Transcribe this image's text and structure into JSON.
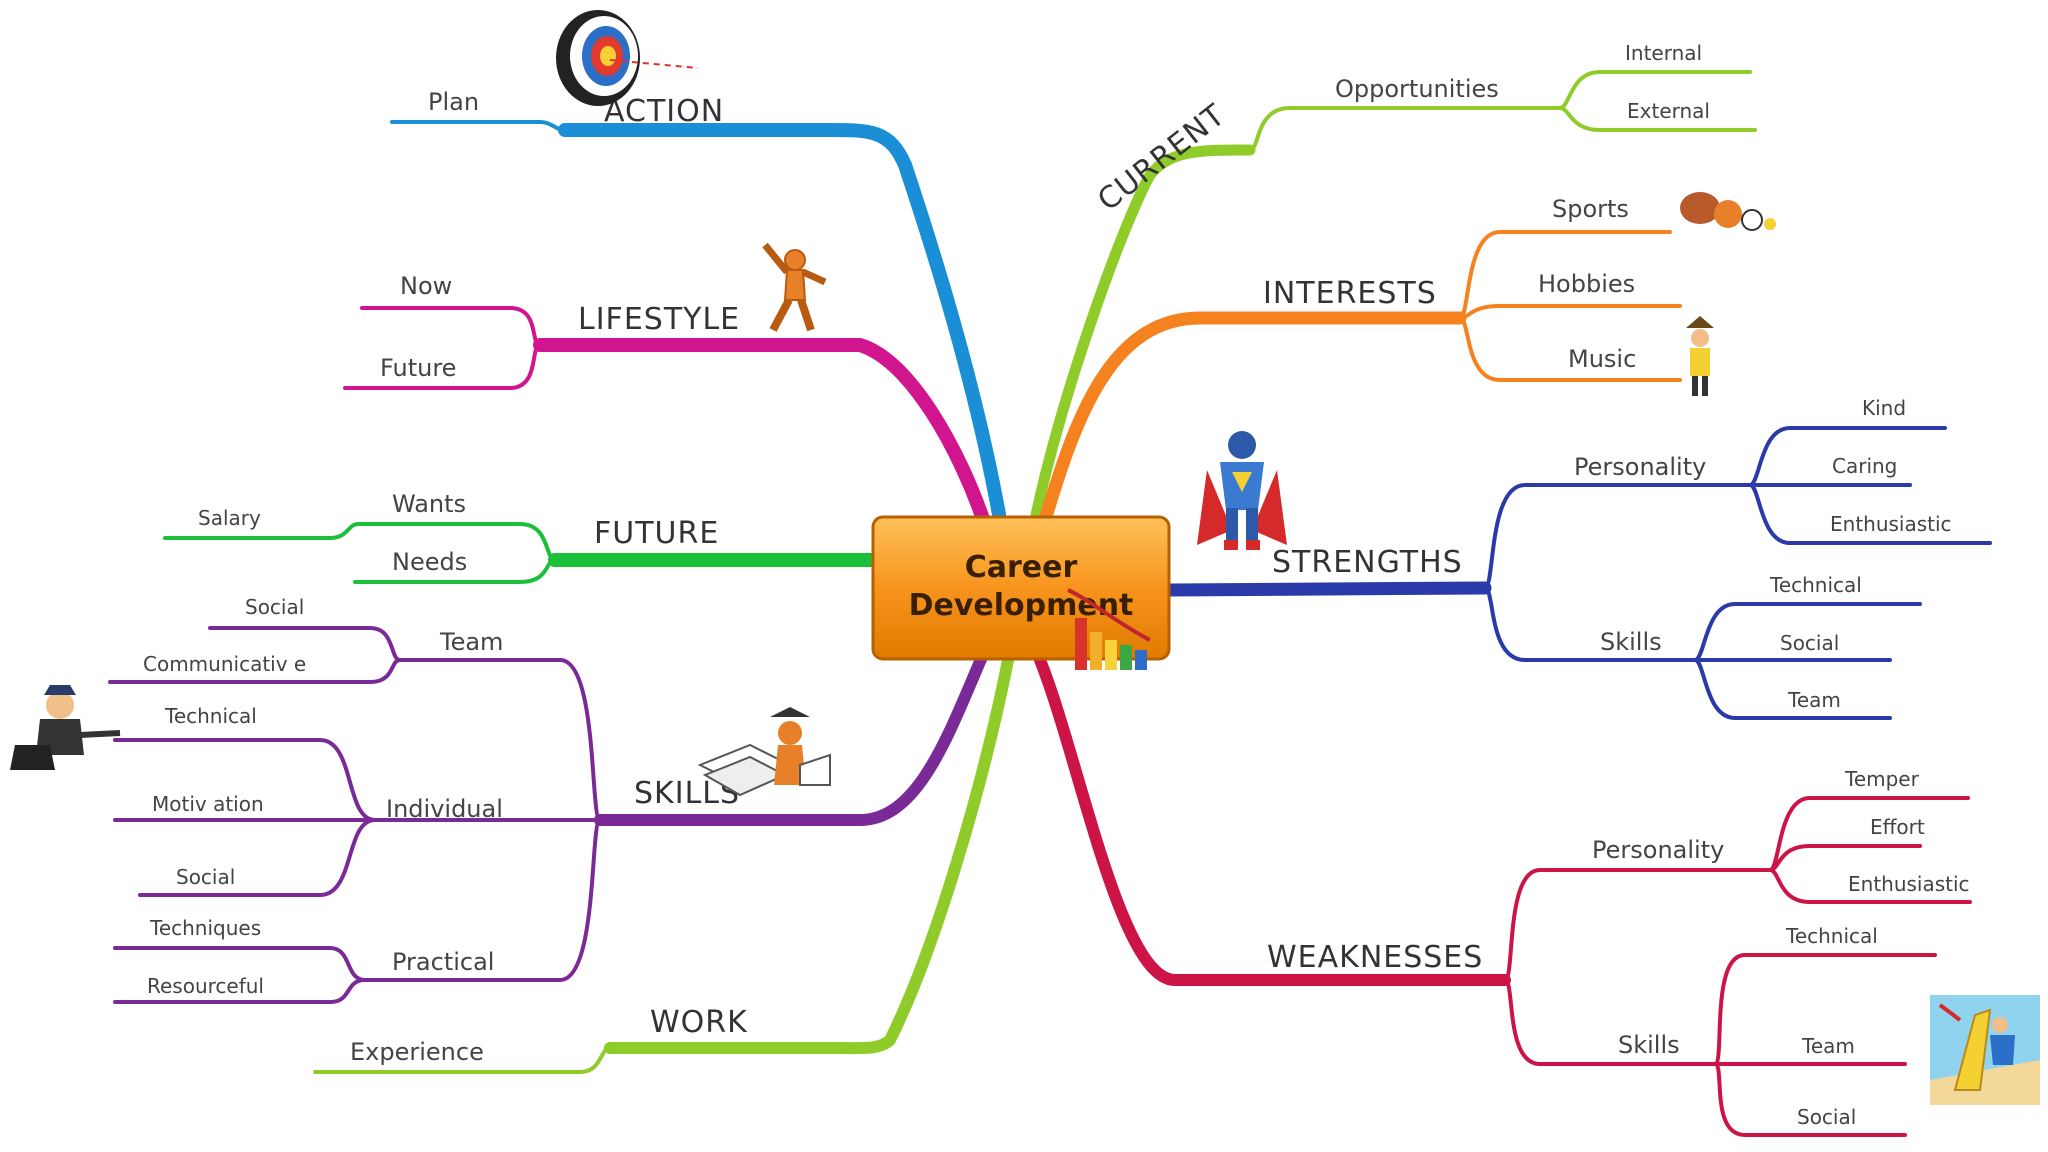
{
  "center": {
    "line1": "Career",
    "line2": "Development"
  },
  "branches": {
    "action": {
      "label": "ACTION",
      "color": "#1a8fd6",
      "children": {
        "plan": "Plan"
      }
    },
    "lifestyle": {
      "label": "LIFESTYLE",
      "color": "#d1158f",
      "children": {
        "now": "Now",
        "future": "Future"
      }
    },
    "future": {
      "label": "FUTURE",
      "color": "#1cbf3a",
      "children": {
        "wants": "Wants",
        "needs": "Needs",
        "salary": "Salary"
      }
    },
    "skills": {
      "label": "SKILLS",
      "color": "#7a2a96",
      "team": {
        "label": "Team",
        "social": "Social",
        "communicative": "Communicativ e"
      },
      "individual": {
        "label": "Individual",
        "technical": "Technical",
        "motivation": "Motiv ation",
        "social": "Social"
      },
      "practical": {
        "label": "Practical",
        "techniques": "Techniques",
        "resourceful": "Resourceful"
      }
    },
    "work": {
      "label": "WORK",
      "color": "#8fcc2a",
      "children": {
        "experience": "Experience"
      }
    },
    "current": {
      "label": "CURRENT",
      "color": "#8fcc2a",
      "opportunities": {
        "label": "Opportunities",
        "internal": "Internal",
        "external": "External"
      }
    },
    "interests": {
      "label": "INTERESTS",
      "color": "#f5821f",
      "children": {
        "sports": "Sports",
        "hobbies": "Hobbies",
        "music": "Music"
      }
    },
    "strengths": {
      "label": "STRENGTHS",
      "color": "#2a3aa8",
      "personality": {
        "label": "Personality",
        "kind": "Kind",
        "caring": "Caring",
        "enthusiastic": "Enthusiastic"
      },
      "skills": {
        "label": "Skills",
        "technical": "Technical",
        "social": "Social",
        "team": "Team"
      }
    },
    "weaknesses": {
      "label": "WEAKNESSES",
      "color": "#cc1447",
      "personality": {
        "label": "Personality",
        "temper": "Temper",
        "effort": "Effort",
        "enthusiastic": "Enthusiastic"
      },
      "skills": {
        "label": "Skills",
        "technical": "Technical",
        "team": "Team",
        "social": "Social"
      }
    }
  },
  "icons": [
    "target-icon",
    "dancing-figure-icon",
    "superhero-icon",
    "sports-balls-icon",
    "musician-icon",
    "graduate-reading-icon",
    "person-with-laptop-icon",
    "beach-fun-icon",
    "bar-chart-icon"
  ],
  "colors": {
    "center_fill": "#f7941d",
    "center_border": "#b85f00"
  }
}
